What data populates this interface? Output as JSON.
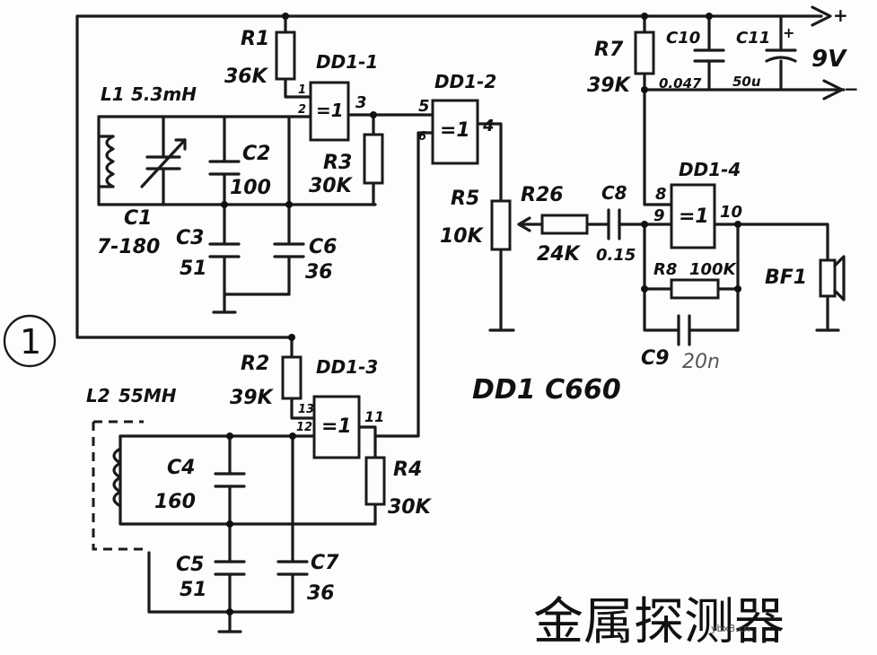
{
  "figure_number": "1",
  "ic_type": "DD1 C660",
  "caption": "金属探测器",
  "watermark": "ybx8.cn",
  "supply": {
    "voltage": "9V"
  },
  "gates": {
    "dd1_1": {
      "name": "DD1-1",
      "symbol": "=1",
      "pin_a": "1",
      "pin_b": "2",
      "pin_out": "3"
    },
    "dd1_2": {
      "name": "DD1-2",
      "symbol": "=1",
      "pin_a": "5",
      "pin_b": "6",
      "pin_out": "4"
    },
    "dd1_3": {
      "name": "DD1-3",
      "symbol": "=1",
      "pin_a": "13",
      "pin_b": "12",
      "pin_out": "11"
    },
    "dd1_4": {
      "name": "DD1-4",
      "symbol": "=1",
      "pin_a": "8",
      "pin_b": "9",
      "pin_out": "10"
    }
  },
  "resistors": {
    "r1": {
      "name": "R1",
      "value": "36K"
    },
    "r2": {
      "name": "R2",
      "value": "39K"
    },
    "r3": {
      "name": "R3",
      "value": "30K"
    },
    "r4": {
      "name": "R4",
      "value": "30K"
    },
    "r5": {
      "name": "R5",
      "value": "10K"
    },
    "r6": {
      "name": "R26",
      "value": "24K"
    },
    "r7": {
      "name": "R7",
      "value": "39K"
    },
    "r8": {
      "name": "R8",
      "value": "100K"
    }
  },
  "capacitors": {
    "c1": {
      "name": "C1",
      "value": "7-180"
    },
    "c2": {
      "name": "C2",
      "value": "100"
    },
    "c3": {
      "name": "C3",
      "value": "51"
    },
    "c4": {
      "name": "C4",
      "value": "160"
    },
    "c5": {
      "name": "C5",
      "value": "51"
    },
    "c6": {
      "name": "C6",
      "value": "36"
    },
    "c7": {
      "name": "C7",
      "value": "36"
    },
    "c8": {
      "name": "C8",
      "value": "0.15"
    },
    "c9": {
      "name": "C9",
      "value": "20n"
    },
    "c10": {
      "name": "C10",
      "value": "0.047"
    },
    "c11": {
      "name": "C11",
      "value": "50u"
    }
  },
  "inductors": {
    "l1": {
      "name": "L1",
      "value": "5.3mH"
    },
    "l2": {
      "name": "L2",
      "value": "55MH"
    }
  },
  "speaker": {
    "name": "BF1"
  },
  "polarity": {
    "plus": "+",
    "minus": "−"
  }
}
